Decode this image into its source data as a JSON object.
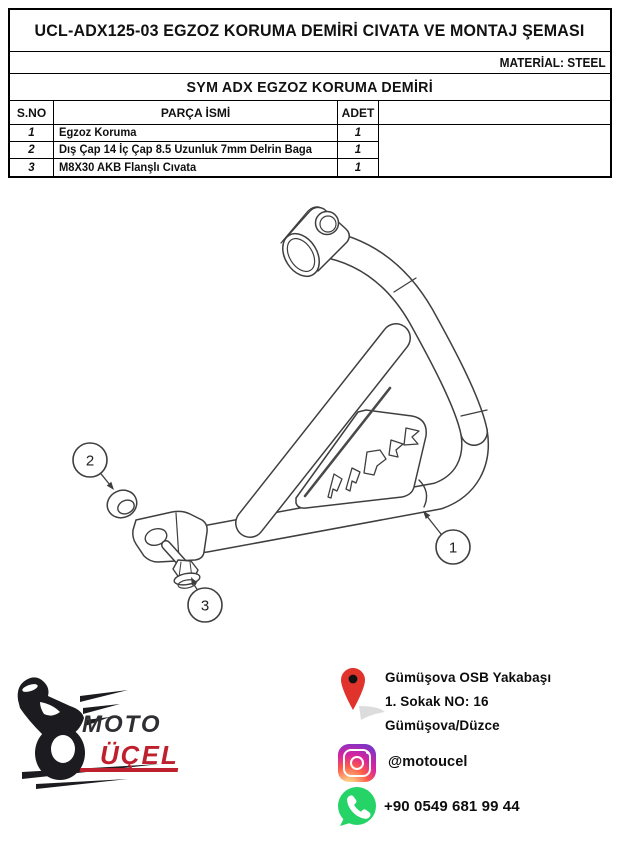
{
  "document": {
    "title": "UCL-ADX125-03 EGZOZ KORUMA DEMİRİ CIVATA VE MONTAJ ŞEMASI",
    "material": "MATERİAL: STEEL",
    "subtitle": "SYM ADX EGZOZ KORUMA DEMİRİ"
  },
  "parts_table": {
    "headers": {
      "sno": "S.NO",
      "name": "PARÇA İSMİ",
      "qty": "ADET"
    },
    "rows": [
      {
        "no": "1",
        "name": "Egzoz Koruma",
        "qty": "1"
      },
      {
        "no": "2",
        "name": "Dış Çap 14 İç Çap 8.5 Uzunluk 7mm Delrin Baga",
        "qty": "1"
      },
      {
        "no": "3",
        "name": "M8X30 AKB Flanşlı Cıvata",
        "qty": "1"
      }
    ]
  },
  "diagram": {
    "callout_1": "1",
    "callout_2": "2",
    "callout_3": "3"
  },
  "footer": {
    "logo_line1": "MOTO",
    "logo_line2": "ÜÇEL",
    "address_line1": "Gümüşova OSB Yakabaşı",
    "address_line2": "1. Sokak NO: 16",
    "address_line3": "Gümüşova/Düzce",
    "instagram_handle": "@motoucel",
    "phone": "+90 0549 681 99 44"
  },
  "colors": {
    "line": "#3f3f3f",
    "logo_dark": "#2e2e33",
    "logo_red": "#be202e",
    "pin_red": "#e0332c",
    "whatsapp_green": "#25d366",
    "instagram_magenta": "#d6249f"
  }
}
